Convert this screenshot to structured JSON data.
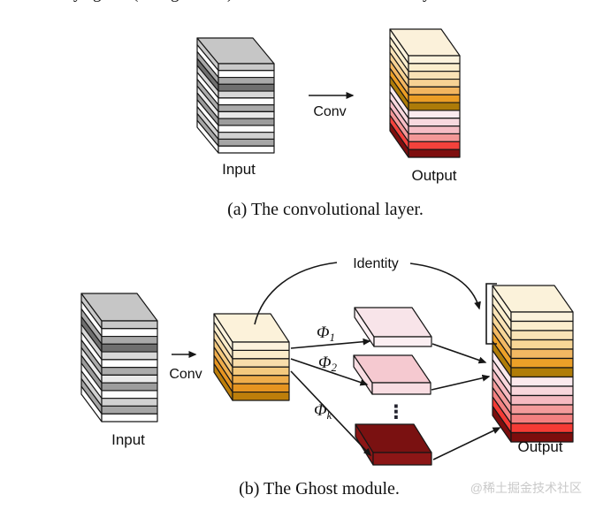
{
  "colors": {
    "outline": "#161616",
    "background": "#ffffff",
    "text": "#111111",
    "watermark": "#c9c9c9"
  },
  "top_fragments": [
    "y",
    "g",
    "(",
    "g",
    ")",
    "y"
  ],
  "panel_a": {
    "caption": "(a) The convolutional layer.",
    "conv_label": "Conv",
    "input_label": "Input",
    "output_label": "Output",
    "input_top": "#c6c6c6",
    "input_layers": [
      "#c9c9c9",
      "#ffffff",
      "#a9a9a9",
      "#6f6f6f",
      "#d8d8d8",
      "#ffffff",
      "#ababab",
      "#e9e9e9",
      "#9c9c9c",
      "#fdfdfd",
      "#d2d2d2",
      "#a6a6a6",
      "#ffffff"
    ],
    "output_top": "#fbf1da",
    "output_layers": [
      "#fcf3dd",
      "#fbeecd",
      "#f9e2b6",
      "#f6d294",
      "#f2b55f",
      "#eb9d25",
      "#ad7b08",
      "#fbeaee",
      "#f8d8de",
      "#f5bcc4",
      "#f39797",
      "#f4423c",
      "#7e0e0e"
    ]
  },
  "panel_b": {
    "caption": "(b) The Ghost module.",
    "conv_label": "Conv",
    "input_label": "Input",
    "output_label": "Output",
    "identity_label": "Identity",
    "dots": "⋮",
    "phi": [
      {
        "base": "Φ",
        "sub": "1"
      },
      {
        "base": "Φ",
        "sub": "2"
      },
      {
        "base": "Φ",
        "sub": "k"
      }
    ],
    "input_top": "#c6c6c6",
    "input_layers": [
      "#c9c9c9",
      "#ffffff",
      "#a9a9a9",
      "#6f6f6f",
      "#d8d8d8",
      "#ffffff",
      "#ababab",
      "#e9e9e9",
      "#9c9c9c",
      "#fdfdfd",
      "#d2d2d2",
      "#a6a6a6",
      "#ffffff"
    ],
    "primary_top": "#fcf2da",
    "primary_layers": [
      "#fdf3dd",
      "#fbecca",
      "#f8ddab",
      "#f4c97e",
      "#efad4b",
      "#e69420",
      "#bd7e0a"
    ],
    "output_top": "#fbf2da",
    "output_layers": [
      "#fcf3dc",
      "#fbeecd",
      "#f9e3b6",
      "#f7d697",
      "#f2b863",
      "#eca028",
      "#b07c08",
      "#fbe9ed",
      "#f8d6dc",
      "#f5bac1",
      "#f39b9b",
      "#f38080",
      "#f43b35",
      "#7c0d0d"
    ],
    "slabs": [
      {
        "top": "#f8e4e9",
        "front_rows": [
          "#fbeff2"
        ]
      },
      {
        "top": "#f5c9d0",
        "front_rows": [
          "#f9dde2"
        ]
      },
      {
        "top": "#7a1111",
        "front_rows": [
          "#8c1616"
        ]
      }
    ]
  },
  "watermark": "@稀土掘金技术社区"
}
